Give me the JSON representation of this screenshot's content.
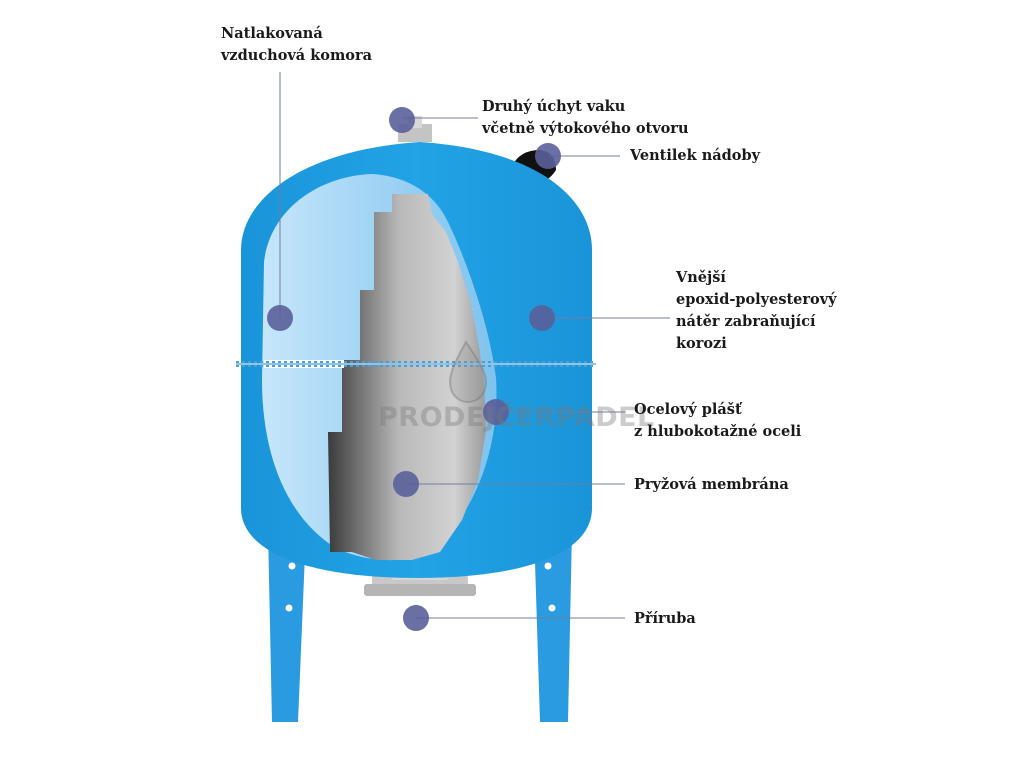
{
  "colors": {
    "tank_blue": "#1e9ee3",
    "tank_blue_dark": "#1585c8",
    "marker": "#5a5f9a",
    "leader_line": "#6e7fa0"
  },
  "labels": {
    "air_chamber": [
      "Natlakovaná",
      "vzduchová komora"
    ],
    "second_mount": [
      "Druhý úchyt vaku",
      "včetně výtokového otvoru"
    ],
    "valve": [
      "Ventilek nádoby"
    ],
    "coating": [
      "Vnější",
      "epoxid-polyesterový",
      "nátěr zabraňující",
      "korozi"
    ],
    "shell": [
      "Ocelový plášť",
      "z hlubokotažné oceli"
    ],
    "membrane": [
      "Pryžová membrána"
    ],
    "flange": [
      "Příruba"
    ]
  },
  "watermark": {
    "text": "PRODEJČERPADEL",
    "icon": "water-drop-icon"
  }
}
